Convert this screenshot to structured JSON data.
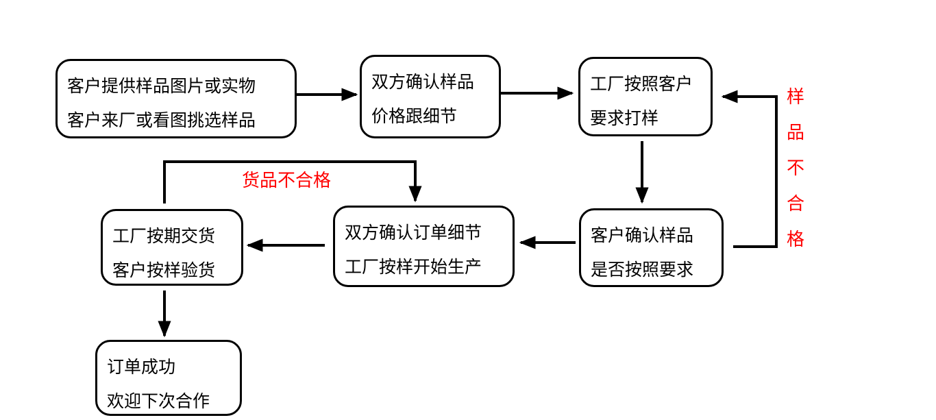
{
  "nodes": {
    "n1": [
      "客户提供样品图片或实物",
      "客户来厂或看图挑选样品"
    ],
    "n2": [
      "双方确认样品",
      "价格跟细节"
    ],
    "n3": [
      "工厂按照客户",
      "要求打样"
    ],
    "n4": [
      "客户确认样品",
      "是否按照要求"
    ],
    "n5": [
      "双方确认订单细节",
      "工厂按样开始生产"
    ],
    "n6": [
      "工厂按期交货",
      "客户按样验货"
    ],
    "n7": [
      "订单成功",
      "欢迎下次合作"
    ]
  },
  "labels": {
    "goods_fail": "货品不合格",
    "sample_fail": [
      "样",
      "品",
      "不",
      "合",
      "格"
    ]
  },
  "colors": {
    "line": "#000000",
    "warning": "#ff0000"
  }
}
